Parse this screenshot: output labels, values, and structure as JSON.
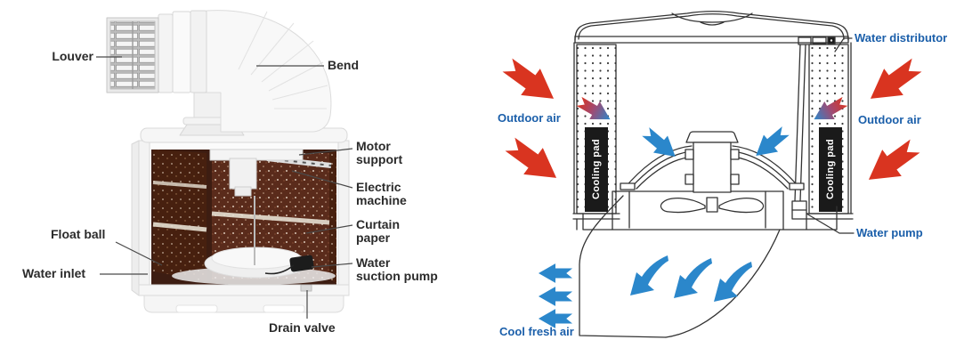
{
  "page": {
    "title": "Evaporative air cooler structure and airflow diagram",
    "background": "#ffffff"
  },
  "left_diagram": {
    "name": "Evaporative air cooler cutaway with part labels",
    "labels": {
      "louver": "Louver",
      "bend": "Bend",
      "motor_support": "Motor\nsupport",
      "electric_machine": "Electric\nmachine",
      "curtain_paper": "Curtain\npaper",
      "water_suction_pump": "Water\nsuction pump",
      "float_ball": "Float ball",
      "water_inlet": "Water inlet",
      "drain_valve": "Drain valve"
    }
  },
  "right_diagram": {
    "name": "Airflow schematic of evaporative cooler",
    "labels": {
      "water_distributor": "Water distributor",
      "outdoor_air_left": "Outdoor air",
      "outdoor_air_right": "Outdoor air",
      "cooling_pad_left": "Cooling pad",
      "cooling_pad_right": "Cooling pad",
      "water_pump": "Water pump",
      "cool_fresh_air": "Cool fresh air"
    },
    "arrows": [
      {
        "name": "hot-outdoor-air-arrow",
        "color": "#d93420",
        "meaning": "warm outdoor air entering through cooling pads"
      },
      {
        "name": "cool-air-arrow",
        "color": "#2b87cb",
        "meaning": "cooled air moving to fan and out as cool fresh air"
      },
      {
        "name": "pad-transition-arrow",
        "color": "gradient red to blue",
        "meaning": "air cooling while crossing the pad"
      }
    ]
  },
  "colors": {
    "label_text": "#2b2b2b",
    "diagram_blue_text": "#1b5faa",
    "hot_air_arrow": "#d93420",
    "cool_air_arrow": "#2b87cb",
    "outline": "#333333",
    "cooling_pad_bar": "#1a1a1a",
    "pad_brown": "#5a2b1b"
  }
}
